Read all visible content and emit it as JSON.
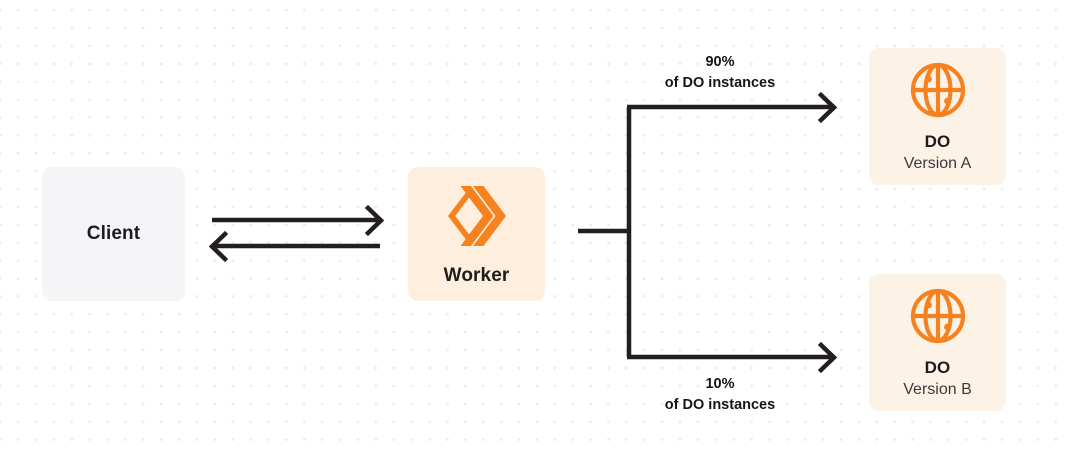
{
  "diagram": {
    "type": "flow-diagram",
    "background": "#ffffff",
    "dot_grid_color": "#e9e9ec",
    "colors": {
      "client_box": "#f5f5f7",
      "worker_box": "#fdeedd",
      "do_box": "#fdf2e6",
      "orange_accent": "#f6821f",
      "line": "#231f20",
      "text": "#1d1d1f"
    },
    "nodes": [
      {
        "id": "client",
        "name": "Client",
        "title": "Client",
        "subtitle": "",
        "icon": ""
      },
      {
        "id": "worker",
        "name": "Worker",
        "title": "Worker",
        "subtitle": "",
        "icon": "cloudflare-workers-icon"
      },
      {
        "id": "do-a",
        "name": "DO Version A",
        "title": "DO",
        "subtitle": "Version A",
        "icon": "durable-object-globe-icon"
      },
      {
        "id": "do-b",
        "name": "DO Version B",
        "title": "DO",
        "subtitle": "Version B",
        "icon": "durable-object-globe-icon"
      }
    ],
    "edges": [
      {
        "id": "client-to-worker",
        "from": "client",
        "to": "worker",
        "direction": "right",
        "label": ""
      },
      {
        "id": "worker-to-client",
        "from": "worker",
        "to": "client",
        "direction": "left",
        "label": ""
      },
      {
        "id": "worker-to-do-a",
        "from": "worker",
        "to": "do-a",
        "direction": "right",
        "percent": "90%",
        "description": "of DO instances"
      },
      {
        "id": "worker-to-do-b",
        "from": "worker",
        "to": "do-b",
        "direction": "right",
        "percent": "10%",
        "description": "of DO instances"
      }
    ]
  }
}
